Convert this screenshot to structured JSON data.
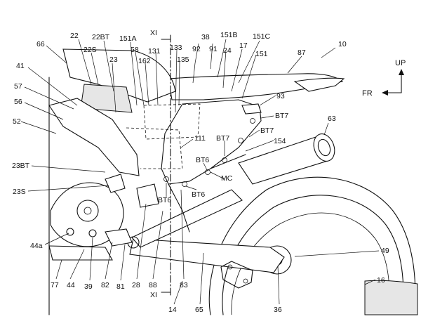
{
  "labels": [
    {
      "id": "l10",
      "text": "10"
    },
    {
      "id": "l87",
      "text": "87"
    },
    {
      "id": "l38",
      "text": "38"
    },
    {
      "id": "l92",
      "text": "92"
    },
    {
      "id": "l91",
      "text": "91"
    },
    {
      "id": "l151b",
      "text": "151B"
    },
    {
      "id": "l151c",
      "text": "151C"
    },
    {
      "id": "l24",
      "text": "24"
    },
    {
      "id": "l17",
      "text": "17"
    },
    {
      "id": "l151",
      "text": "151"
    },
    {
      "id": "l93",
      "text": "93"
    },
    {
      "id": "lbt7a",
      "text": "BT7"
    },
    {
      "id": "lbt7b",
      "text": "BT7"
    },
    {
      "id": "lbt7c",
      "text": "BT7"
    },
    {
      "id": "l63",
      "text": "63"
    },
    {
      "id": "l154",
      "text": "154"
    },
    {
      "id": "lbt6a",
      "text": "BT6"
    },
    {
      "id": "lbt6b",
      "text": "BT6"
    },
    {
      "id": "lbt6c",
      "text": "BT6"
    },
    {
      "id": "lmc",
      "text": "MC"
    },
    {
      "id": "l111",
      "text": "111"
    },
    {
      "id": "l22",
      "text": "22"
    },
    {
      "id": "l22bt",
      "text": "22BT"
    },
    {
      "id": "l151a",
      "text": "151A"
    },
    {
      "id": "lxi1",
      "text": "XI"
    },
    {
      "id": "l22s",
      "text": "22S"
    },
    {
      "id": "l58",
      "text": "58"
    },
    {
      "id": "l131",
      "text": "131"
    },
    {
      "id": "l133",
      "text": "133"
    },
    {
      "id": "l162",
      "text": "162"
    },
    {
      "id": "l135",
      "text": "135"
    },
    {
      "id": "l66",
      "text": "66"
    },
    {
      "id": "l41",
      "text": "41"
    },
    {
      "id": "l57",
      "text": "57"
    },
    {
      "id": "l56",
      "text": "56"
    },
    {
      "id": "l52",
      "text": "52"
    },
    {
      "id": "l23",
      "text": "23"
    },
    {
      "id": "l23bt",
      "text": "23BT"
    },
    {
      "id": "l23s",
      "text": "23S"
    },
    {
      "id": "l44a",
      "text": "44a"
    },
    {
      "id": "l77",
      "text": "77"
    },
    {
      "id": "l44",
      "text": "44"
    },
    {
      "id": "l39",
      "text": "39"
    },
    {
      "id": "l82",
      "text": "82"
    },
    {
      "id": "l81",
      "text": "81"
    },
    {
      "id": "l28",
      "text": "28"
    },
    {
      "id": "l88",
      "text": "88"
    },
    {
      "id": "lxi2",
      "text": "XI"
    },
    {
      "id": "l83",
      "text": "83"
    },
    {
      "id": "l14",
      "text": "14"
    },
    {
      "id": "l65",
      "text": "65"
    },
    {
      "id": "l36",
      "text": "36"
    },
    {
      "id": "l49",
      "text": "49"
    },
    {
      "id": "l16",
      "text": "16"
    }
  ],
  "direction": {
    "up": "UP",
    "front": "FR"
  }
}
